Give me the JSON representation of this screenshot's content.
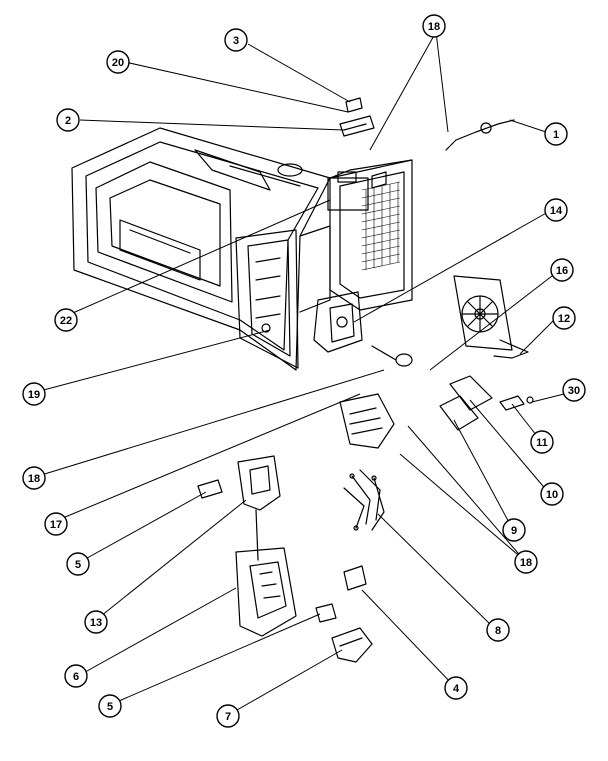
{
  "diagram": {
    "callouts": [
      {
        "id": "c1",
        "label": "1"
      },
      {
        "id": "c2",
        "label": "2"
      },
      {
        "id": "c3",
        "label": "3"
      },
      {
        "id": "c4",
        "label": "4"
      },
      {
        "id": "c5a",
        "label": "5"
      },
      {
        "id": "c5b",
        "label": "5"
      },
      {
        "id": "c6",
        "label": "6"
      },
      {
        "id": "c7",
        "label": "7"
      },
      {
        "id": "c8",
        "label": "8"
      },
      {
        "id": "c9",
        "label": "9"
      },
      {
        "id": "c10",
        "label": "10"
      },
      {
        "id": "c11",
        "label": "11"
      },
      {
        "id": "c12",
        "label": "12"
      },
      {
        "id": "c13",
        "label": "13"
      },
      {
        "id": "c14",
        "label": "14"
      },
      {
        "id": "c16",
        "label": "16"
      },
      {
        "id": "c17",
        "label": "17"
      },
      {
        "id": "c18a",
        "label": "18"
      },
      {
        "id": "c18b",
        "label": "18"
      },
      {
        "id": "c18c",
        "label": "18"
      },
      {
        "id": "c19",
        "label": "19"
      },
      {
        "id": "c20",
        "label": "20"
      },
      {
        "id": "c22",
        "label": "22"
      },
      {
        "id": "c30",
        "label": "30"
      }
    ]
  }
}
